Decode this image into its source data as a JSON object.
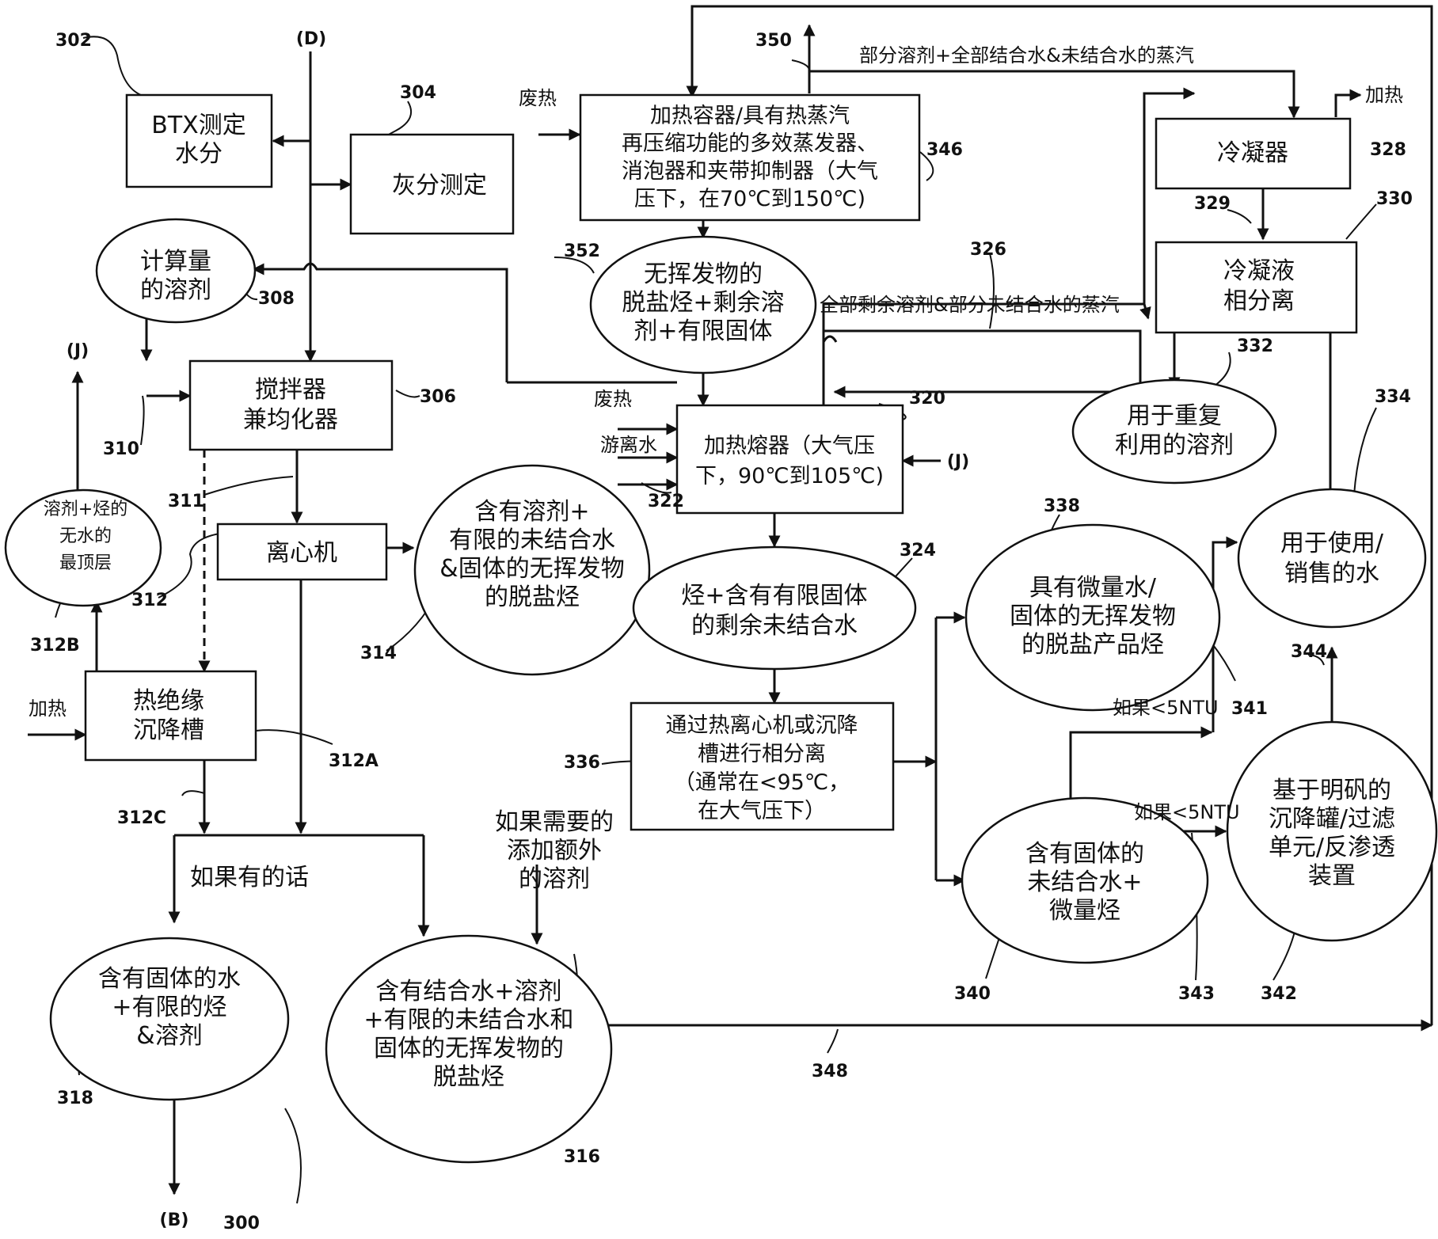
{
  "figure_number": "300",
  "nodes": {
    "n302": {
      "ref": "302",
      "lines": [
        "BTX测定",
        "水分"
      ]
    },
    "n304": {
      "ref": "304",
      "lines": [
        "灰分测定"
      ]
    },
    "n308": {
      "ref": "308",
      "lines": [
        "计算量",
        "的溶剂"
      ]
    },
    "n306": {
      "ref": "306",
      "lines": [
        "搅拌器",
        "兼均化器"
      ]
    },
    "n312": {
      "ref": "312",
      "lines": [
        "离心机"
      ]
    },
    "n312B": {
      "ref": "312B",
      "lines": [
        "溶剂+烃的",
        "无水的",
        "最顶层"
      ]
    },
    "n312A": {
      "ref": "312A",
      "lines": [
        "热绝缘",
        "沉降槽"
      ]
    },
    "n314": {
      "ref": "314",
      "lines": [
        "含有溶剂+",
        "有限的未结合水",
        "&固体的无挥发物",
        "的脱盐烃"
      ]
    },
    "n318": {
      "ref": "318",
      "lines": [
        "含有固体的水",
        "+有限的烃",
        "&溶剂"
      ]
    },
    "n316": {
      "ref": "316",
      "lines": [
        "含有结合水+溶剂",
        "+有限的未结合水和",
        "固体的无挥发物的",
        "脱盐烃"
      ]
    },
    "n346": {
      "ref": "346",
      "lines": [
        "加热容器/具有热蒸汽",
        "再压缩功能的多效蒸发器、",
        "消泡器和夹带抑制器（大气",
        "压下，在70℃到150℃)"
      ]
    },
    "n352": {
      "ref": "352",
      "lines": [
        "无挥发物的",
        "脱盐烃+剩余溶",
        "剂+有限固体"
      ]
    },
    "n320": {
      "ref": "320",
      "lines": [
        "加热熔器（大气压",
        "下，90℃到105℃)"
      ]
    },
    "n324": {
      "ref": "324",
      "lines": [
        "烃+含有有限固体",
        "的剩余未结合水"
      ]
    },
    "n336": {
      "ref": "336",
      "lines": [
        "通过热离心机或沉降",
        "槽进行相分离",
        "（通常在<95℃，",
        "在大气压下）"
      ]
    },
    "n328": {
      "ref": "328",
      "lines": [
        "冷凝器"
      ]
    },
    "n330": {
      "ref": "330",
      "lines": [
        "冷凝液",
        "相分离"
      ]
    },
    "n332": {
      "ref": "332",
      "lines": [
        "用于重复",
        "利用的溶剂"
      ]
    },
    "n334": {
      "ref": "334",
      "lines": [
        "用于使用/",
        "销售的水"
      ]
    },
    "n338": {
      "ref": "338",
      "lines": [
        "具有微量水/",
        "固体的无挥发物",
        "的脱盐产品烃"
      ]
    },
    "n340": {
      "ref": "340",
      "lines": [
        "含有固体的",
        "未结合水+",
        "微量烃"
      ]
    },
    "n342": {
      "ref": "342",
      "lines": [
        "基于明矾的",
        "沉降罐/过滤",
        "单元/反渗透",
        "装置"
      ]
    }
  },
  "labels": {
    "connector_D": "(D)",
    "connector_J_top": "(J)",
    "connector_J_right": "(J)",
    "connector_B": "(B)",
    "heat_in_left": "加热",
    "heat_out_top": "加热",
    "waste_heat_top": "废热",
    "waste_heat_melter": "废热",
    "free_water": "游离水",
    "if_any": "如果有的话",
    "extra_solvent": [
      "如果需要的",
      "添加额外",
      "的溶剂"
    ],
    "if_lt_5ntu_upper": "如果<5NTU",
    "if_lt_5ntu_lower": "如果<5NTU",
    "vapor_upper": "部分溶剂+全部结合水&未结合水的蒸汽",
    "vapor_lower": "全部剩余溶剂&部分未结合水的蒸汽"
  },
  "refs": {
    "r310": "310",
    "r311": "311",
    "r322": "322",
    "r326": "326",
    "r329": "329",
    "r341": "341",
    "r343": "343",
    "r344": "344",
    "r348": "348",
    "r350": "350",
    "r312C": "312C"
  }
}
